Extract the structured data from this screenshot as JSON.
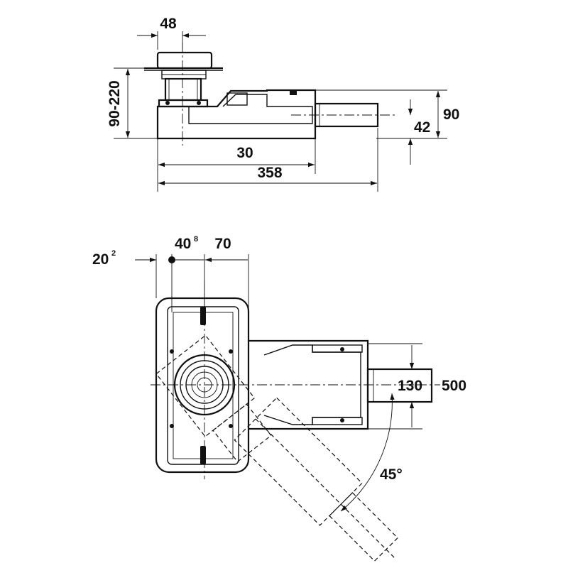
{
  "diagram": {
    "elevation_view": {
      "dim_top_width": "48",
      "dim_left_height": "90-220",
      "dim_right_height": "90",
      "dim_right_pipe": "42",
      "dim_inner_length": "30",
      "dim_overall_length": "358"
    },
    "plan_view": {
      "dim_left_offset": "20",
      "dim_left_offset_sup": "2",
      "dim_center_offset": "40",
      "dim_center_offset_sup": "8",
      "dim_box_half": "70",
      "dim_pipe_width": "130",
      "dim_pipe_length": "500",
      "dim_angle": "45°"
    }
  }
}
